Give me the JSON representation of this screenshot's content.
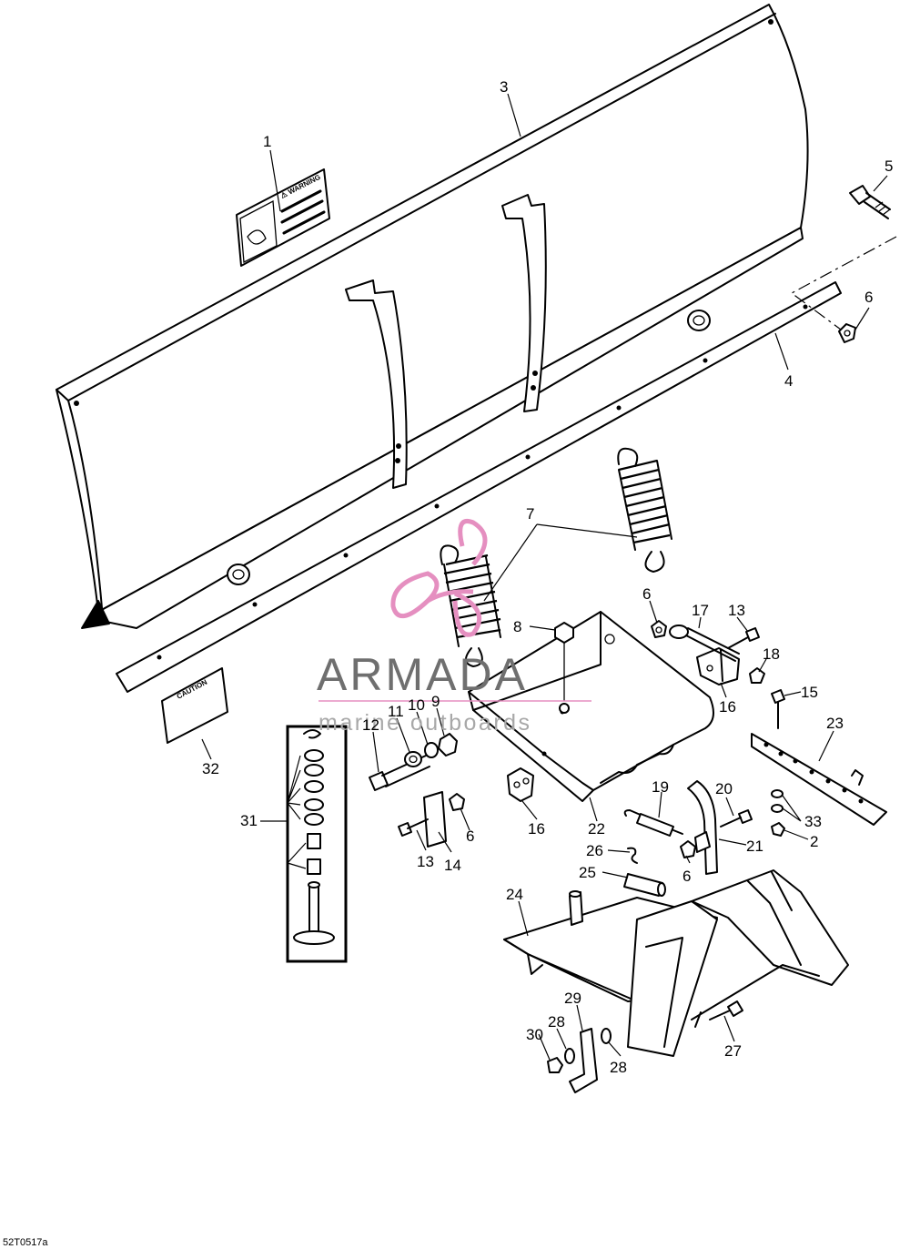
{
  "callouts": [
    {
      "id": "c1",
      "label": "1"
    },
    {
      "id": "c2",
      "label": "2"
    },
    {
      "id": "c3",
      "label": "3"
    },
    {
      "id": "c4",
      "label": "4"
    },
    {
      "id": "c5",
      "label": "5"
    },
    {
      "id": "c6a",
      "label": "6"
    },
    {
      "id": "c6b",
      "label": "6"
    },
    {
      "id": "c6c",
      "label": "6"
    },
    {
      "id": "c6d",
      "label": "6"
    },
    {
      "id": "c7",
      "label": "7"
    },
    {
      "id": "c8",
      "label": "8"
    },
    {
      "id": "c9",
      "label": "9"
    },
    {
      "id": "c10",
      "label": "10"
    },
    {
      "id": "c11",
      "label": "11"
    },
    {
      "id": "c12",
      "label": "12"
    },
    {
      "id": "c13a",
      "label": "13"
    },
    {
      "id": "c13b",
      "label": "13"
    },
    {
      "id": "c14",
      "label": "14"
    },
    {
      "id": "c15",
      "label": "15"
    },
    {
      "id": "c16a",
      "label": "16"
    },
    {
      "id": "c16b",
      "label": "16"
    },
    {
      "id": "c17",
      "label": "17"
    },
    {
      "id": "c18",
      "label": "18"
    },
    {
      "id": "c19",
      "label": "19"
    },
    {
      "id": "c20",
      "label": "20"
    },
    {
      "id": "c21",
      "label": "21"
    },
    {
      "id": "c22",
      "label": "22"
    },
    {
      "id": "c23",
      "label": "23"
    },
    {
      "id": "c24",
      "label": "24"
    },
    {
      "id": "c25",
      "label": "25"
    },
    {
      "id": "c26",
      "label": "26"
    },
    {
      "id": "c27",
      "label": "27"
    },
    {
      "id": "c28a",
      "label": "28"
    },
    {
      "id": "c28b",
      "label": "28"
    },
    {
      "id": "c29",
      "label": "29"
    },
    {
      "id": "c30",
      "label": "30"
    },
    {
      "id": "c31",
      "label": "31"
    },
    {
      "id": "c32",
      "label": "32"
    },
    {
      "id": "c33",
      "label": "33"
    }
  ],
  "decals": {
    "warning_header": "⚠ WARNING",
    "caution_label": "CAUTION"
  },
  "watermark": {
    "name": "ARMADA",
    "tagline": "marine outboards",
    "logo_color": "#e58fc0"
  },
  "drawing_code": "52T0517a"
}
